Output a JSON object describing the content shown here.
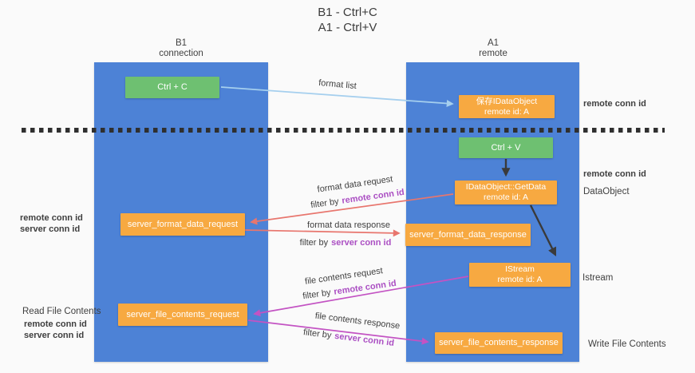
{
  "title": {
    "line1": "B1 - Ctrl+C",
    "line2": "A1 - Ctrl+V"
  },
  "columns": {
    "left": {
      "name": "B1",
      "subtitle": "connection"
    },
    "right": {
      "name": "A1",
      "subtitle": "remote"
    }
  },
  "boxes": {
    "ctrl_c": {
      "label": "Ctrl + C"
    },
    "save_idataobject": {
      "line1": "保存IDataObject",
      "line2": "remote id: A"
    },
    "ctrl_v": {
      "label": "Ctrl + V"
    },
    "getdata": {
      "line1": "IDataObject::GetData",
      "line2": "remote id: A"
    },
    "format_request": {
      "label": "server_format_data_request"
    },
    "format_response": {
      "label": "server_format_data_response"
    },
    "istream": {
      "line1": "IStream",
      "line2": "remote id: A"
    },
    "file_request": {
      "label": "server_file_contents_request"
    },
    "file_response": {
      "label": "server_file_contents_response"
    }
  },
  "flow_labels": {
    "format_list": "format list",
    "format_data_request": "format data request",
    "format_data_response": "format data response",
    "file_contents_request": "file contents request",
    "file_contents_response": "file contents response",
    "filter_by": "filter by",
    "remote_conn_id": "remote conn id",
    "server_conn_id": "server conn id"
  },
  "side_labels": {
    "right_top_remote_conn_id": "remote conn id",
    "right_mid_remote_conn_id": "remote conn id",
    "dataobject": "DataObject",
    "istream": "Istream",
    "write_file_contents": "Write File Contents",
    "left_remote_conn_id": "remote conn id",
    "left_server_conn_id": "server conn id",
    "read_file_contents": "Read File Contents",
    "left_bottom_remote_conn_id": "remote conn id",
    "left_bottom_server_conn_id": "server conn id"
  },
  "colors": {
    "background": "#fafafa",
    "lifeline_blue": "#4d82d6",
    "box_orange": "#f7a941",
    "box_green": "#6ec071",
    "arrow_lightblue": "#a5cfee",
    "arrow_salmon": "#e8766e",
    "arrow_magenta": "#c353c3",
    "arrow_black": "#3a3a3a",
    "text_purple": "#ab4fc3",
    "text_green": "#6cbd6c",
    "text_dark": "#3f3f3f"
  }
}
